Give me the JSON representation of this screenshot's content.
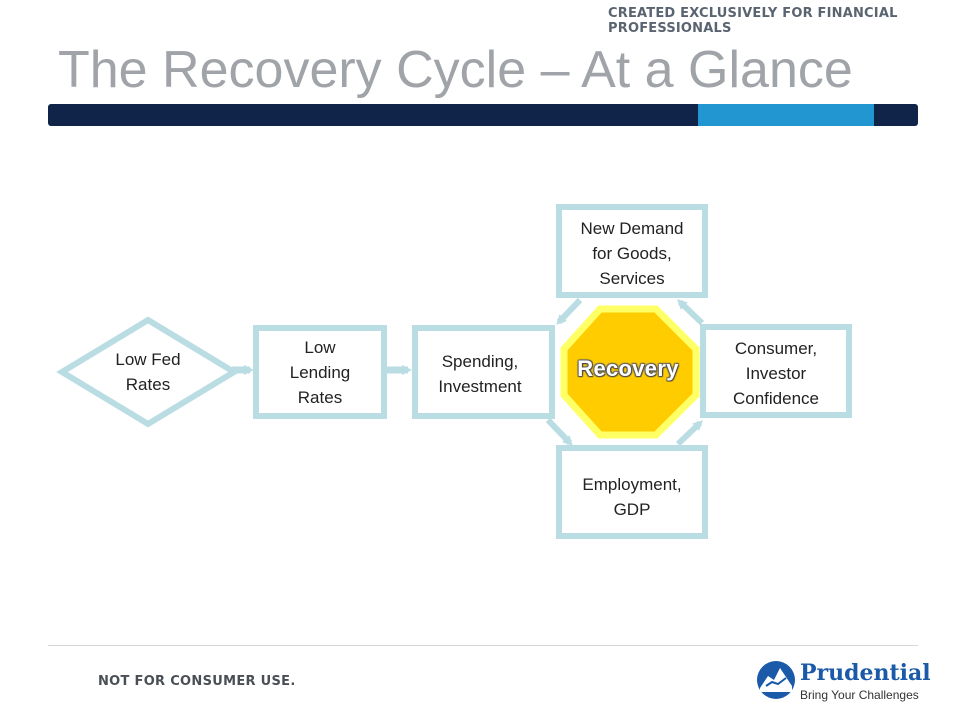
{
  "header": {
    "note_line1": "CREATED EXCLUSIVELY FOR FINANCIAL",
    "note_line2": "PROFESSIONALS",
    "title": "The Recovery Cycle – At a Glance"
  },
  "diagram": {
    "low_fed_rates": [
      "Low Fed",
      "Rates"
    ],
    "low_lending_rates": [
      "Low",
      "Lending",
      "Rates"
    ],
    "spending_investment": [
      "Spending,",
      "Investment"
    ],
    "new_demand": [
      "New Demand",
      "for Goods,",
      "Services"
    ],
    "consumer_confidence": [
      "Consumer,",
      "Investor",
      "Confidence"
    ],
    "employment_gdp": [
      "Employment,",
      "GDP"
    ],
    "center_label": "Recovery"
  },
  "footer": {
    "note": "NOT FOR CONSUMER USE.",
    "brand_name": "Prudential",
    "brand_tagline": "Bring Your Challenges"
  },
  "colors": {
    "box_border": "#b9dde3",
    "octagon_fill": "#ffcc00",
    "octagon_outline": "#ffff66",
    "title_bar_dark": "#0f2448",
    "title_bar_light": "#2196d0"
  }
}
